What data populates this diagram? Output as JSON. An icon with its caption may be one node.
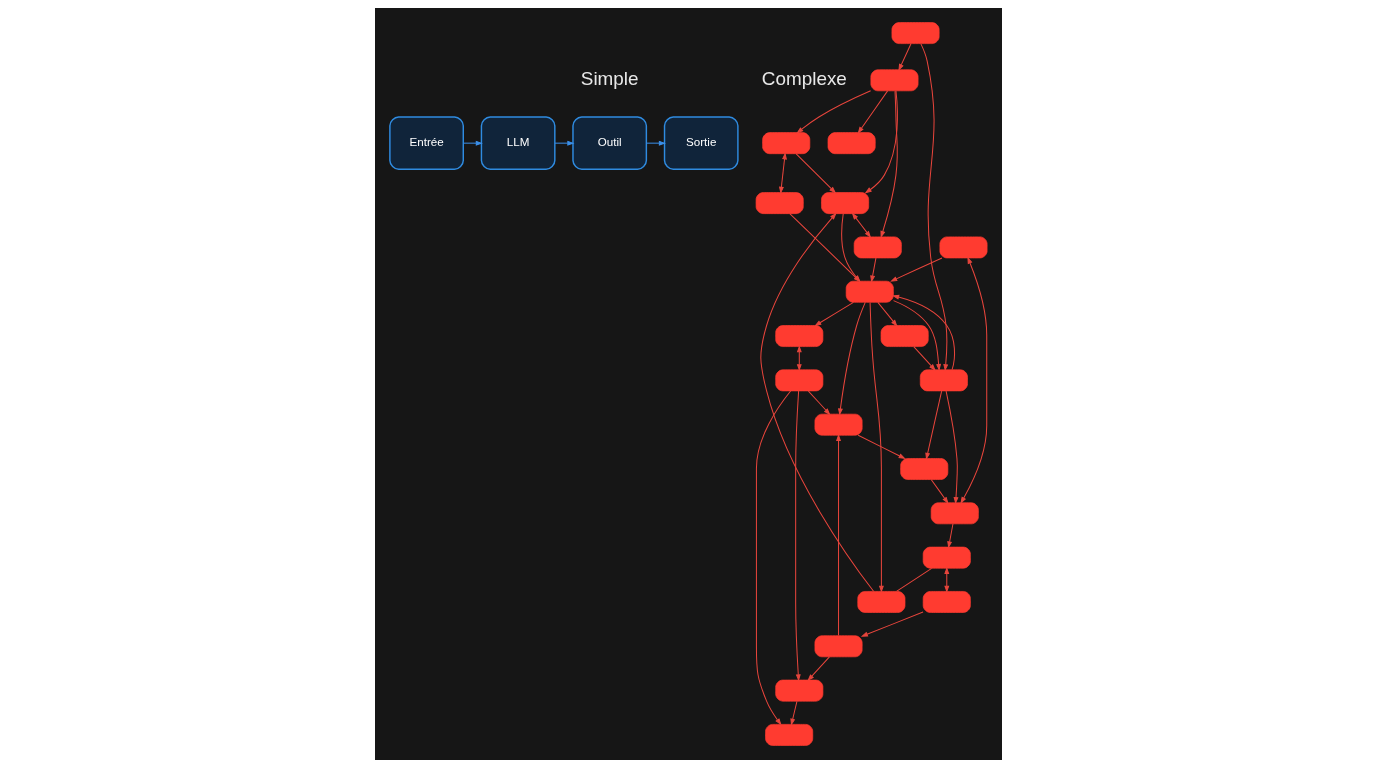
{
  "diagram": {
    "nodes": [
      {
        "text": [
          "Entrée"
        ]
      },
      {
        "text": [
          "LLM"
        ]
      },
      {
        "text": [
          "Outil"
        ]
      },
      {
        "text": [
          "Sortie"
        ]
      },
      {
        "text": [],
        "shape": "box"
      },
      {
        "text": [],
        "shape": "box"
      },
      {
        "text": [],
        "shape": "box"
      },
      {
        "text": [],
        "shape": "box"
      },
      {
        "text": [],
        "shape": "box"
      },
      {
        "text": [],
        "shape": "box"
      },
      {
        "text": [],
        "shape": "box"
      },
      {
        "text": [],
        "shape": "box"
      },
      {
        "text": [],
        "shape": "box"
      },
      {
        "text": [],
        "shape": "box"
      },
      {
        "text": [],
        "shape": "box"
      },
      {
        "text": [],
        "shape": "box"
      },
      {
        "text": [],
        "shape": "box"
      },
      {
        "text": [],
        "shape": "box"
      },
      {
        "text": [],
        "shape": "box"
      },
      {
        "text": [],
        "shape": "box"
      },
      {
        "text": [],
        "shape": "box"
      },
      {
        "text": [],
        "shape": "box"
      },
      {
        "text": [],
        "shape": "box"
      },
      {
        "text": [],
        "shape": "box"
      },
      {
        "text": [],
        "shape": "box"
      },
      {
        "text": [],
        "shape": "box"
      }
    ],
    "edges": [
      {
        "from": 0,
        "to": 1,
        "arrow": "to",
        "color": "#3b8fe8"
      },
      {
        "from": 1,
        "to": 2,
        "arrow": "to",
        "color": "#3b8fe8"
      },
      {
        "from": 2,
        "to": 3,
        "arrow": "to",
        "color": "#3b8fe8"
      },
      {
        "from": 6,
        "to": 4,
        "arrow": "to"
      },
      {
        "from": 4,
        "to": 5,
        "arrow": "to"
      },
      {
        "from": 4,
        "to": 7,
        "arrow": "both"
      },
      {
        "from": 6,
        "to": 5,
        "arrow": "to"
      },
      {
        "from": 5,
        "to": 14,
        "arrow": "to"
      },
      {
        "from": 8,
        "to": 5,
        "arrow": "to"
      },
      {
        "from": 5,
        "to": 11,
        "arrow": "both"
      },
      {
        "from": 13,
        "to": 8,
        "arrow": "none"
      },
      {
        "from": 14,
        "to": 8,
        "arrow": "to"
      },
      {
        "from": 11,
        "to": 14,
        "arrow": "to"
      },
      {
        "from": 6,
        "to": 11,
        "arrow": "to"
      },
      {
        "from": 7,
        "to": 14,
        "arrow": "to"
      },
      {
        "from": 6,
        "to": 9,
        "arrow": "to"
      },
      {
        "from": 10,
        "to": 6,
        "arrow": "to"
      },
      {
        "from": 14,
        "to": 15,
        "arrow": "to"
      },
      {
        "from": 10,
        "to": 24,
        "arrow": "to"
      },
      {
        "from": 15,
        "to": 24,
        "arrow": "to"
      },
      {
        "from": 13,
        "to": 16,
        "arrow": "both"
      },
      {
        "from": 16,
        "to": 19,
        "arrow": "to"
      },
      {
        "from": 23,
        "to": 13,
        "arrow": "to"
      },
      {
        "from": 19,
        "to": 22,
        "arrow": "to"
      },
      {
        "from": 20,
        "to": 23,
        "arrow": "both"
      },
      {
        "from": 14,
        "to": 22,
        "arrow": "to"
      },
      {
        "from": 22,
        "to": 25,
        "arrow": "to"
      },
      {
        "from": 24,
        "to": 23,
        "arrow": "to"
      },
      {
        "from": 25,
        "to": 23,
        "arrow": "to"
      },
      {
        "from": 24,
        "to": 25,
        "arrow": "to"
      },
      {
        "from": 17,
        "to": 21,
        "arrow": "to"
      },
      {
        "from": 18,
        "to": 17,
        "arrow": "to"
      },
      {
        "from": 18,
        "to": 21,
        "arrow": "to"
      },
      {
        "from": 12,
        "to": 18,
        "arrow": "both"
      },
      {
        "from": 20,
        "to": 14,
        "arrow": "to"
      },
      {
        "from": 19,
        "to": 17,
        "arrow": "to"
      },
      {
        "from": 14,
        "to": 24,
        "arrow": "to"
      },
      {
        "from": 18,
        "to": 22,
        "arrow": "to"
      },
      {
        "from": 24,
        "to": 14,
        "arrow": "to"
      },
      {
        "from": 14,
        "to": 12,
        "arrow": "to"
      }
    ],
    "labels": [
      "Simple",
      "Complexe"
    ]
  }
}
